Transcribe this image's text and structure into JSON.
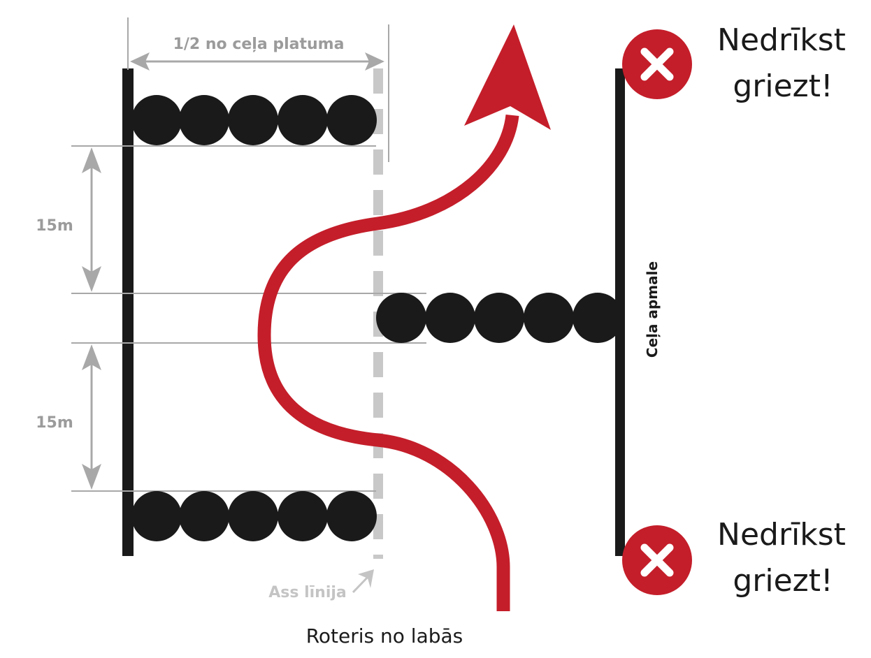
{
  "dimension_labels": {
    "width": "1/2 no ceļa platuma",
    "gap_top": "15m",
    "gap_bottom": "15m"
  },
  "center_line_label": "Ass līnija",
  "road_edge_label": "Ceļa apmale",
  "warnings": [
    {
      "line1": "Nedrīkst",
      "line2": "griezt!"
    },
    {
      "line1": "Nedrīkst",
      "line2": "griezt!"
    }
  ],
  "caption": "Roteris no labās",
  "colors": {
    "path_red": "#c41e2a",
    "marker_black": "#1a1a1a",
    "dimension_gray": "#9b9b9b",
    "center_line_gray": "#c8c8c8"
  }
}
